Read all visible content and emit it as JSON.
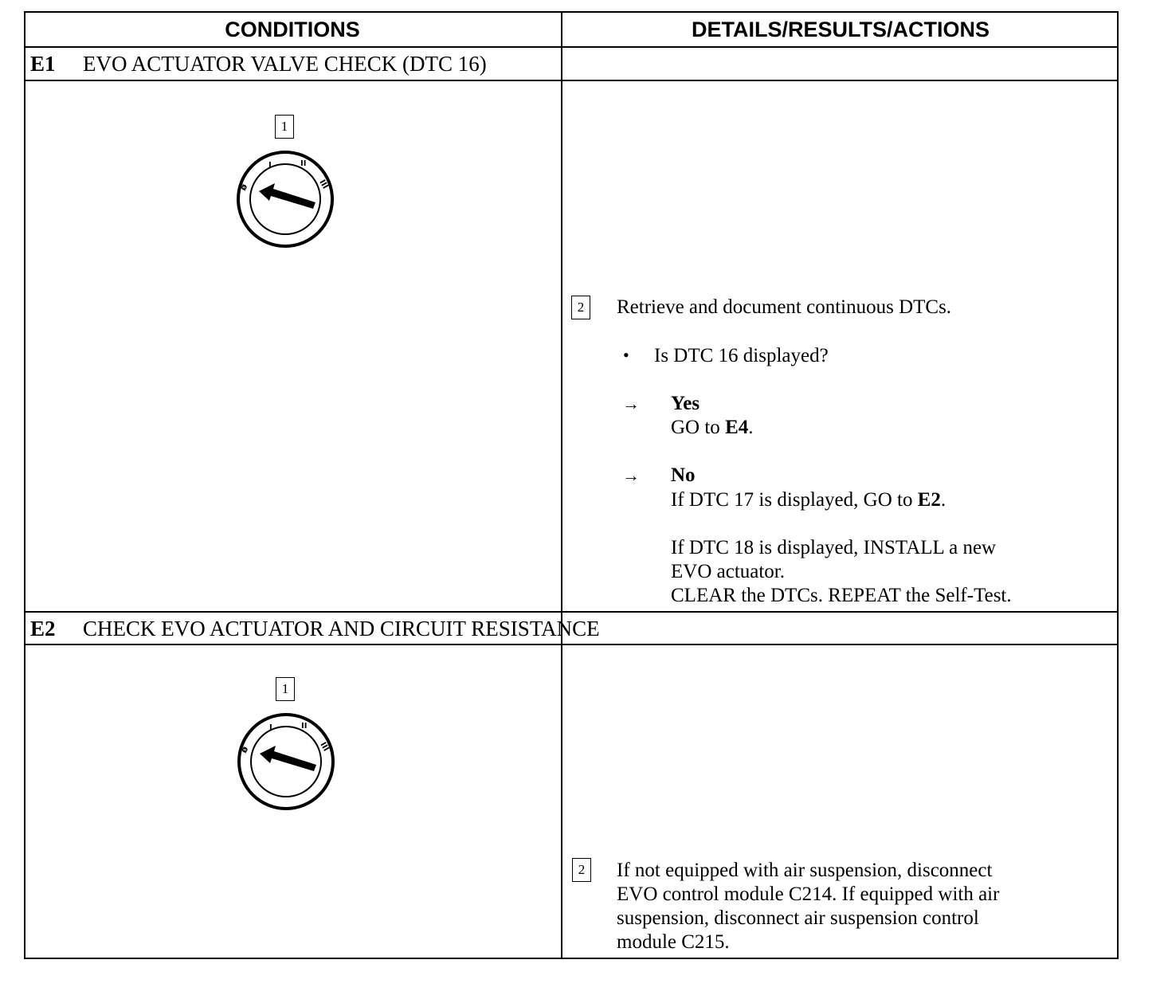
{
  "header": {
    "conditions": "CONDITIONS",
    "details": "DETAILS/RESULTS/ACTIONS"
  },
  "sections": [
    {
      "id": "E1",
      "title": "EVO ACTUATOR VALVE CHECK (DTC 16)",
      "condition_step": "1",
      "icon": "ignition-key-off-icon",
      "action_step": "2",
      "action_text": "Retrieve and document continuous DTCs.",
      "question": "Is DTC 16 displayed?",
      "yes_label": "Yes",
      "yes_text_pre": "GO to ",
      "yes_target": "E4",
      "yes_text_post": ".",
      "no_label": "No",
      "no_line1_pre": "If DTC 17 is displayed, GO to ",
      "no_target": "E2",
      "no_line1_post": ".",
      "no_line2": "If DTC 18 is displayed, INSTALL a new",
      "no_line3": "EVO actuator.",
      "no_line4": "CLEAR the DTCs. REPEAT the Self-Test."
    },
    {
      "id": "E2",
      "title": "CHECK EVO ACTUATOR AND CIRCUIT RESISTANCE",
      "condition_step": "1",
      "icon": "ignition-key-off-icon",
      "action_step": "2",
      "action_line1": "If not equipped with air suspension, disconnect",
      "action_line2": "EVO control module C214. If equipped with air",
      "action_line3": "suspension, disconnect air suspension control",
      "action_line4": "module C215."
    }
  ],
  "symbols": {
    "bullet": "•",
    "arrow": "→"
  },
  "dial_labels": {
    "off": "ø",
    "one": "I",
    "two": "II",
    "three": "III"
  }
}
